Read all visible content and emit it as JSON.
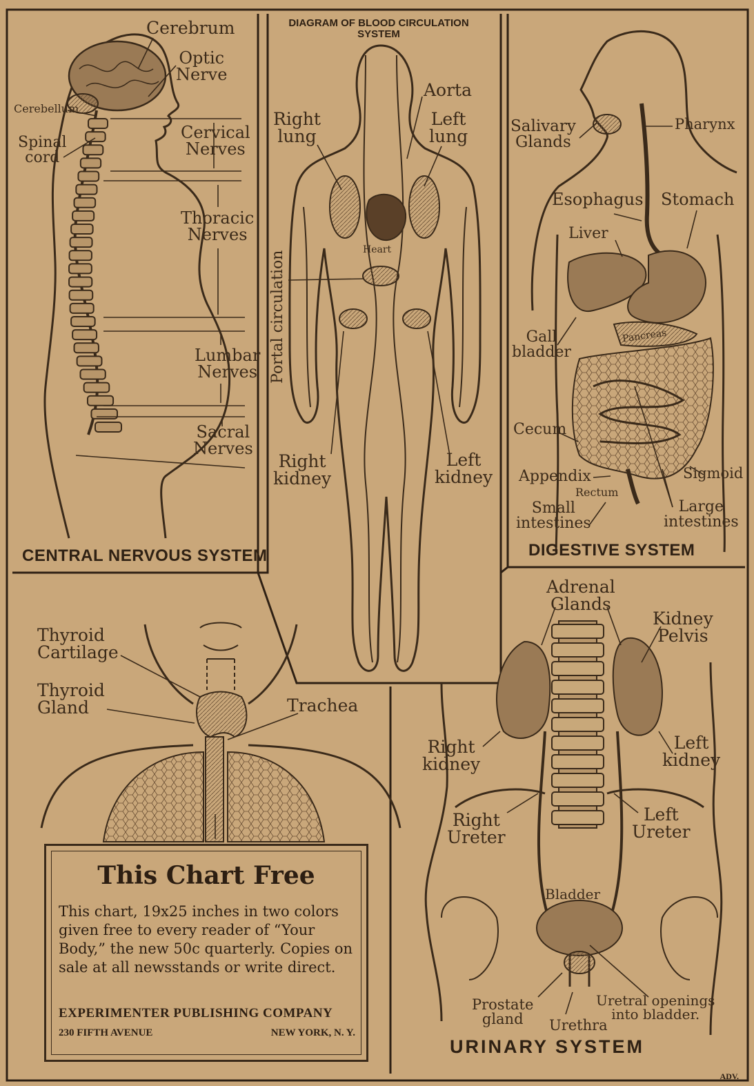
{
  "nervous": {
    "title": "CENTRAL NERVOUS SYSTEM",
    "cerebrum": "Cerebrum",
    "optic_nerve": "Optic\nNerve",
    "cerebellum": "Cerebellum",
    "spinal_cord": "Spinal\ncord",
    "cervical": "Cervical\nNerves",
    "thoracic": "Thoracic\nNerves",
    "lumbar": "Lumbar\nNerves",
    "sacral": "Sacral\nNerves"
  },
  "circulation": {
    "title": "DIAGRAM OF BLOOD CIRCULATION\nSYSTEM",
    "aorta": "Aorta",
    "right_lung": "Right\nlung",
    "left_lung": "Left\nlung",
    "heart": "Heart",
    "portal": "Portal circulation",
    "right_kidney": "Right\nkidney",
    "left_kidney": "Left\nkidney"
  },
  "digestive": {
    "title": "DIGESTIVE SYSTEM",
    "salivary": "Salivary\nGlands",
    "pharynx": "Pharynx",
    "esophagus": "Esophagus",
    "stomach": "Stomach",
    "liver": "Liver",
    "gall": "Gall\nbladder",
    "pancreas": "Pancreas",
    "cecum": "Cecum",
    "appendix": "Appendix",
    "rectum": "Rectum",
    "sigmoid": "Sigmoid",
    "small": "Small\nintestines",
    "large": "Large\nintestines"
  },
  "thyroid": {
    "cartilage": "Thyroid\nCartilage",
    "gland": "Thyroid\nGland",
    "trachea": "Trachea"
  },
  "urinary": {
    "title": "URINARY SYSTEM",
    "adrenal": "Adrenal\nGlands",
    "kidney_pelvis": "Kidney\nPelvis",
    "right_kidney": "Right\nkidney",
    "left_kidney": "Left\nkidney",
    "right_ureter": "Right\nUreter",
    "left_ureter": "Left\nUreter",
    "bladder": "Bladder",
    "prostate": "Prostate\ngland",
    "urethra": "Urethra",
    "openings": "Uretral openings\ninto bladder."
  },
  "ad": {
    "headline": "This Chart Free",
    "body": "This chart, 19x25 inches in two colors given free to every reader of “Your Body,” the new 50c quarterly. Copies on sale at all newsstands or write direct.",
    "company": "EXPERIMENTER PUBLISHING COMPANY",
    "street": "230 FIFTH AVENUE",
    "city": "NEW YORK, N. Y."
  },
  "footer": {
    "adv": "ADV."
  },
  "colors": {
    "paper": "#c9a77a",
    "ink": "#3a2a1a",
    "organ": "#9a7a55"
  }
}
